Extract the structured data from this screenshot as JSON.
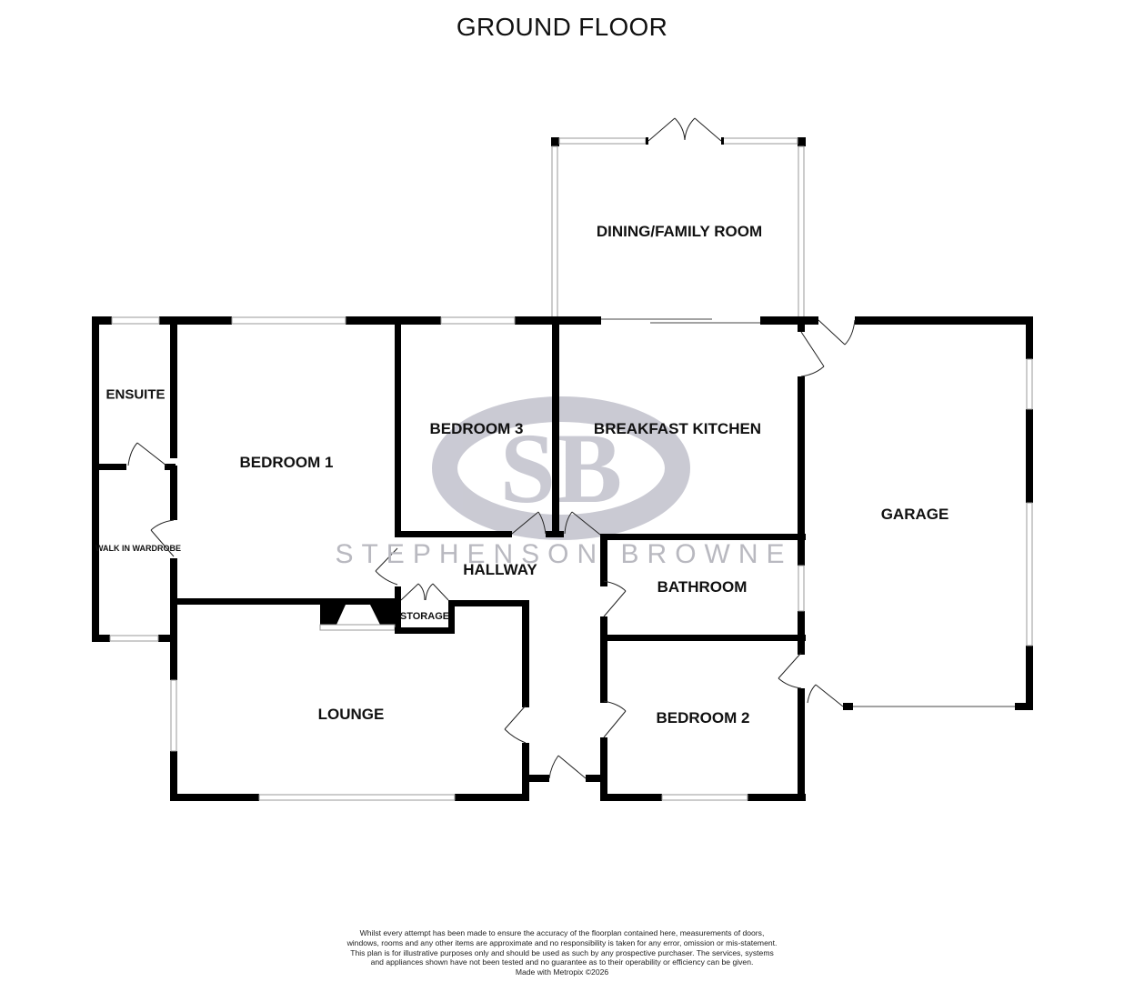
{
  "title": "GROUND FLOOR",
  "rooms": {
    "dining_family_room": "DINING/FAMILY ROOM",
    "ensuite": "ENSUITE",
    "bedroom_1": "BEDROOM 1",
    "bedroom_3": "BEDROOM 3",
    "breakfast_kitchen": "BREAKFAST KITCHEN",
    "garage": "GARAGE",
    "walk_in_wardrobe": "WALK IN WARDROBE",
    "hallway": "HALLWAY",
    "bathroom": "BATHROOM",
    "storage": "STORAGE",
    "lounge": "LOUNGE",
    "bedroom_2": "BEDROOM 2"
  },
  "watermark": {
    "brand": "STEPHENSON BROWNE",
    "monogram": "SB",
    "color": "#b9b9c0"
  },
  "disclaimer": {
    "text": "Whilst every attempt has been made to ensure the accuracy of the floorplan contained here, measurements of doors, windows, rooms and any other items are approximate and no responsibility is taken for any error, omission or mis-statement. This plan is for illustrative purposes only and should be used as such by any prospective purchaser. The services, systems and appliances shown have not been tested and no guarantee as to their operability or efficiency can be given.",
    "credit": "Made with Metropix ©2026"
  },
  "colors": {
    "wall": "#000000",
    "window": "#9a9a9a",
    "background": "#ffffff"
  }
}
